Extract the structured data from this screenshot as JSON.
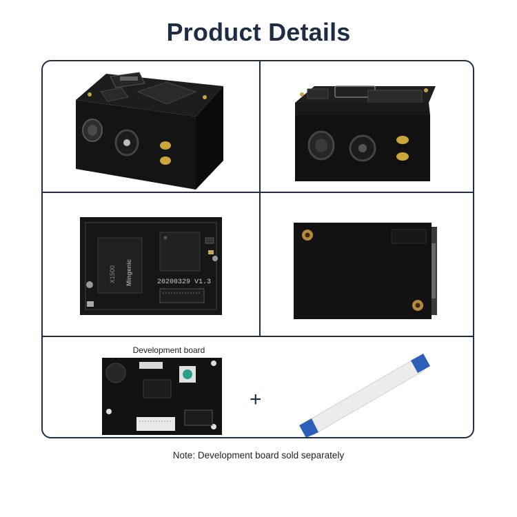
{
  "page": {
    "title": "Product Details",
    "note": "Note: Development board sold separately"
  },
  "grid": {
    "dev_board_label": "Development board",
    "plus": "+"
  },
  "products": [
    {
      "name": "front-angle-view"
    },
    {
      "name": "rear-angle-view"
    },
    {
      "name": "board-top-view",
      "printed_text": [
        "Mingenic",
        "X1500",
        "20200329 V1.3"
      ]
    },
    {
      "name": "bottom-view"
    }
  ],
  "colors": {
    "border": "#1f2d44",
    "title": "#1f2d44",
    "cable_blue": "#2b5fb8"
  }
}
